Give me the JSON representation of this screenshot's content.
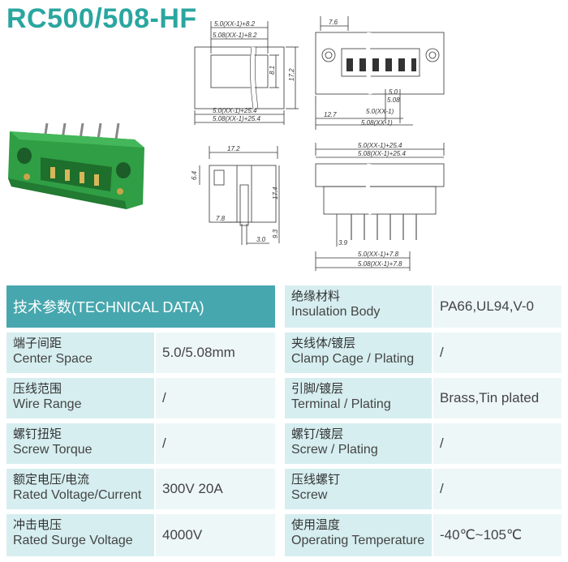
{
  "title": "RC500/508-HF",
  "dims": {
    "top1": "5.0(XX-1)+8.2",
    "top2": "5.08(XX-1)+8.2",
    "h81": "8.1",
    "h172a": "17.2",
    "bot1": "5.0(XX-1)+25.4",
    "bot2": "5.08(XX-1)+25.4",
    "d76": "7.6",
    "d50": "5.0",
    "d508": "5.08",
    "d127": "12.7",
    "r1": "5.0(XX-1)",
    "r2": "5.08(XX-1)",
    "s172": "17.2",
    "s64": "6.4",
    "s174": "17.4",
    "s93": "9.3",
    "s78": "7.8",
    "s30": "3.0",
    "f1": "5.0(XX-1)+25.4",
    "f2": "5.08(XX-1)+25.4",
    "f39": "3.9",
    "f3": "5.0(XX-1)+7.8",
    "f4": "5.08(XX-1)+7.8"
  },
  "table": {
    "header": "技术参数(TECHNICAL DATA)",
    "right_header": {
      "zh": "绝缘材料",
      "en": "Insulation Body",
      "value": "PA66,UL94,V-0"
    },
    "left_rows": [
      {
        "zh": "端子间距",
        "en": "Center Space",
        "value": "5.0/5.08mm"
      },
      {
        "zh": "压线范围",
        "en": "Wire Range",
        "value": "/"
      },
      {
        "zh": "螺钉扭矩",
        "en": "Screw Torque",
        "value": "/"
      },
      {
        "zh": "额定电压/电流",
        "en": "Rated Voltage/Current",
        "value": "300V 20A"
      },
      {
        "zh": "冲击电压",
        "en": "Rated Surge Voltage",
        "value": "4000V"
      }
    ],
    "right_rows": [
      {
        "zh": "夹线体/镀层",
        "en": "Clamp Cage / Plating",
        "value": "/"
      },
      {
        "zh": "引脚/镀层",
        "en": "Terminal / Plating",
        "value": "Brass,Tin plated"
      },
      {
        "zh": "螺钉/镀层",
        "en": "Screw / Plating",
        "value": "/"
      },
      {
        "zh": "压线螺钉",
        "en": "Screw",
        "value": "/"
      },
      {
        "zh": "使用温度",
        "en": "Operating Temperature",
        "value": "-40℃~105℃"
      }
    ]
  }
}
